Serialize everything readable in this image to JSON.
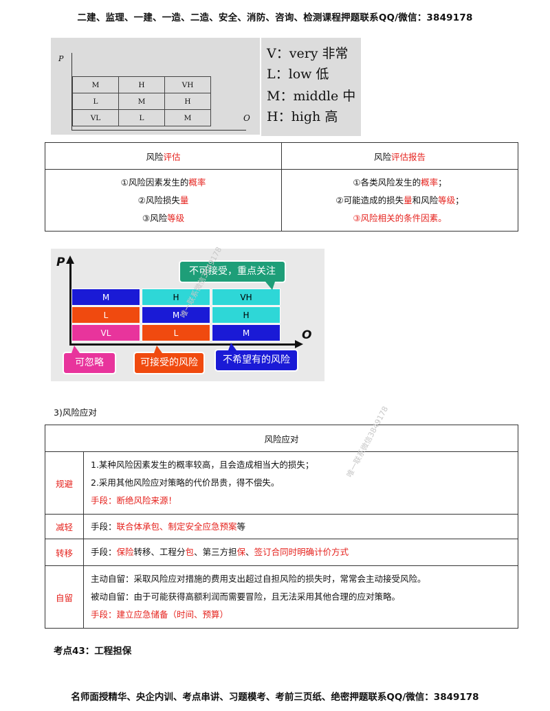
{
  "header_text": "二建、监理、一建、一造、二造、安全、消防、咨询、检测课程押题联系QQ/微信：3849178",
  "footer_text": "名师面授精华、央企内训、考点串讲、习题模考、考前三页纸、绝密押题联系QQ/微信：3849178",
  "figure1": {
    "axis_p": "P",
    "axis_o": "O",
    "grid": [
      [
        "M",
        "H",
        "VH"
      ],
      [
        "L",
        "M",
        "H"
      ],
      [
        "VL",
        "L",
        "M"
      ]
    ],
    "legend": [
      "V：very 非常",
      "L：low 低",
      "M：middle 中",
      "H：high 高"
    ]
  },
  "table1": {
    "col1_head": [
      "风险",
      "评估"
    ],
    "col2_head": [
      "风险",
      "评估报告"
    ],
    "col1_items": [
      [
        "①风险因素发生的",
        "概率"
      ],
      [
        "②风险损失",
        "量"
      ],
      [
        "③风险",
        "等级"
      ]
    ],
    "col2_items": [
      [
        "①各类风险发生的",
        "概率",
        "；"
      ],
      [
        "②可能造成的损失",
        "量",
        "和风险",
        "等级",
        "；"
      ],
      [
        "③风险相关的条件因素。"
      ]
    ]
  },
  "figure2": {
    "axis_p": "P",
    "axis_o": "O",
    "rows": [
      [
        {
          "t": "M",
          "c": "blue"
        },
        {
          "t": "H",
          "c": "cyan"
        },
        {
          "t": "VH",
          "c": "cyan"
        }
      ],
      [
        {
          "t": "L",
          "c": "orange"
        },
        {
          "t": "M",
          "c": "blue"
        },
        {
          "t": "H",
          "c": "cyan"
        }
      ],
      [
        {
          "t": "VL",
          "c": "pink"
        },
        {
          "t": "L",
          "c": "orange"
        },
        {
          "t": "M",
          "c": "blue"
        }
      ]
    ],
    "bubble_top": "不可接受，重点关注",
    "bubble_low": "可忽略",
    "bubble_mid": "可接受的风险",
    "bubble_high": "不希望有的风险"
  },
  "section_title": "3)风险应对",
  "table2": {
    "title": "风险应对",
    "avoid_label": "规避",
    "avoid_lines": [
      "1.某种风险因素发生的概率较高，且会造成相当大的损失；",
      "2.采用其他风险应对策略的代价昂贵，得不偿失。"
    ],
    "avoid_means": "手段：断绝风险来源！",
    "reduce_label": "减轻",
    "reduce_prefix": "手段：",
    "reduce_red": "联合体承包、制定安全应急预案",
    "reduce_suffix": "等",
    "transfer_label": "转移",
    "transfer_parts": [
      {
        "t": "手段：",
        "r": false
      },
      {
        "t": "保险",
        "r": true
      },
      {
        "t": "转移、工程分",
        "r": false
      },
      {
        "t": "包",
        "r": true
      },
      {
        "t": "、第三方担",
        "r": false
      },
      {
        "t": "保",
        "r": true
      },
      {
        "t": "、",
        "r": false
      },
      {
        "t": "签订合同时明确计价方式",
        "r": true
      }
    ],
    "self_label": "自留",
    "self_lines": [
      "主动自留：采取风险应对措施的费用支出超过自担风险的损失时，常常会主动接受风险。",
      "被动自留：由于可能获得高额利润而需要冒险，且无法采用其他合理的应对策略。"
    ],
    "self_means": "手段：建立应急储备（时间、预算）"
  },
  "key_point": "考点43：工程担保",
  "watermarks": [
    "唯一联系微信3849178",
    "唯一联系微信3849178"
  ],
  "colors": {
    "red": "#e5221d",
    "blue": "#1a1ad6",
    "cyan": "#2ed7d7",
    "orange": "#f04a0f",
    "pink": "#e8349c",
    "teal": "#1e9e78"
  }
}
